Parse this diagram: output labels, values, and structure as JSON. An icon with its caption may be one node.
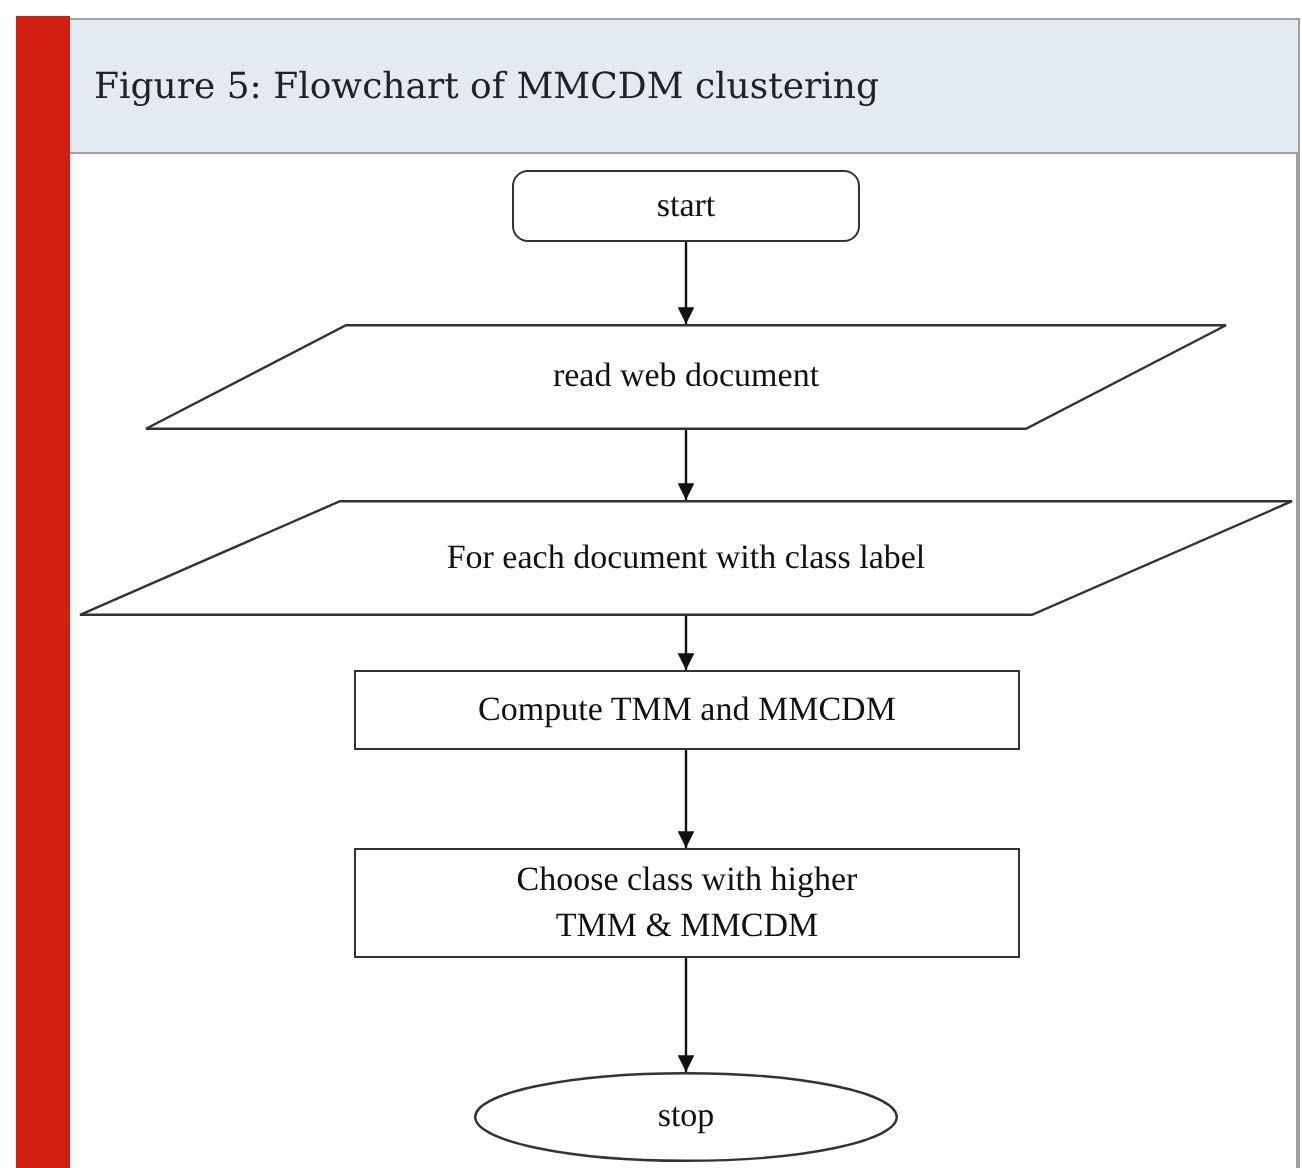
{
  "diagram": {
    "title": "Figure 5: Flowchart of MMCDM clustering",
    "nodes": [
      {
        "text": [
          "start"
        ]
      },
      {
        "text": [
          "read web document"
        ]
      },
      {
        "text": [
          "For each document with class label"
        ]
      },
      {
        "text": [
          "Compute TMM and MMCDM"
        ]
      },
      {
        "text": [
          "Choose class with higher TMM & MMCDM"
        ]
      },
      {
        "text": [
          "stop"
        ]
      }
    ],
    "edges": [
      {
        "from": 0,
        "to": 1,
        "arrow": "to"
      },
      {
        "from": 1,
        "to": 2,
        "arrow": "to"
      },
      {
        "from": 2,
        "to": 3,
        "arrow": "to"
      },
      {
        "from": 3,
        "to": 4,
        "arrow": "to"
      },
      {
        "from": 4,
        "to": 5,
        "arrow": "to"
      }
    ]
  }
}
